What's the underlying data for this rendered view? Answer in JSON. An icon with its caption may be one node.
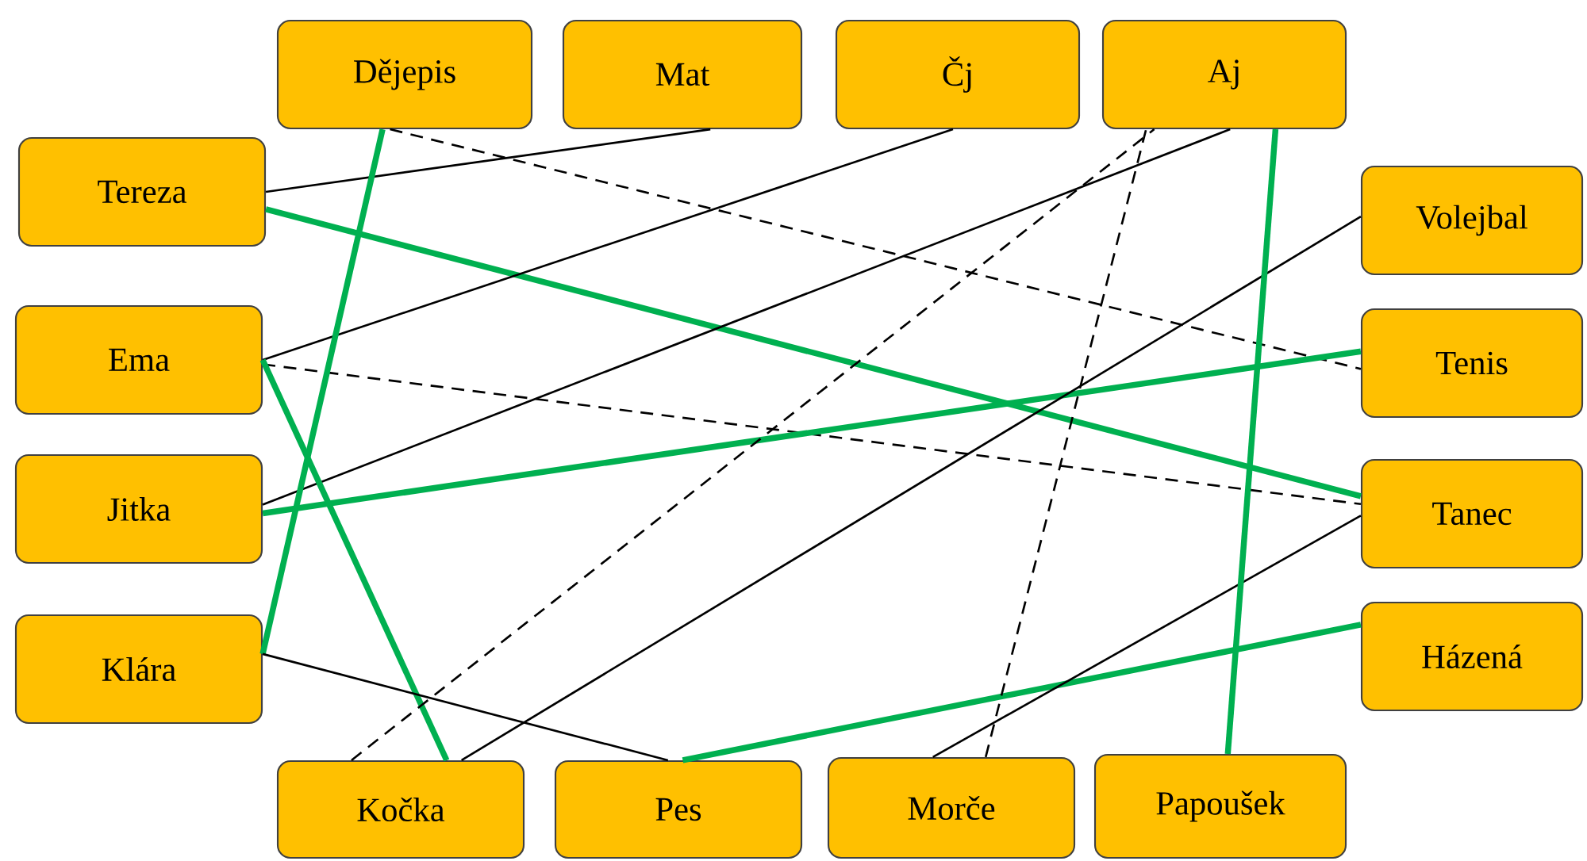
{
  "diagram": {
    "nodes": [
      {
        "text": [
          "Dějepis"
        ]
      },
      {
        "text": [
          "Mat"
        ]
      },
      {
        "text": [
          "Čj"
        ]
      },
      {
        "text": [
          "Aj"
        ]
      },
      {
        "text": [
          "Tereza"
        ]
      },
      {
        "text": [
          "Volejbal"
        ]
      },
      {
        "text": [
          "Ema"
        ]
      },
      {
        "text": [
          "Tenis"
        ]
      },
      {
        "text": [
          "Jitka"
        ]
      },
      {
        "text": [
          "Tanec"
        ]
      },
      {
        "text": [
          "Klára"
        ]
      },
      {
        "text": [
          "Házená"
        ]
      },
      {
        "text": [
          "Kočka"
        ]
      },
      {
        "text": [
          "Pes"
        ]
      },
      {
        "text": [
          "Morče"
        ]
      },
      {
        "text": [
          "Papoušek"
        ]
      }
    ],
    "edges": [
      {
        "from": 4,
        "to": 1,
        "arrow": "none"
      },
      {
        "from": 0,
        "to": 7,
        "arrow": "none",
        "style": "dashed"
      },
      {
        "from": 4,
        "to": 9,
        "arrow": "none",
        "style": "thick",
        "color": "#00b050"
      },
      {
        "from": 6,
        "to": 2,
        "arrow": "none"
      },
      {
        "from": 8,
        "to": 3,
        "arrow": "none"
      },
      {
        "from": 6,
        "to": 9,
        "arrow": "none",
        "style": "dashed"
      },
      {
        "from": 6,
        "to": 12,
        "arrow": "none",
        "style": "thick",
        "color": "#00b050"
      },
      {
        "from": 10,
        "to": 0,
        "arrow": "none",
        "style": "thick",
        "color": "#00b050"
      },
      {
        "from": 8,
        "to": 7,
        "arrow": "none",
        "style": "thick",
        "color": "#00b050"
      },
      {
        "from": 10,
        "to": 13,
        "arrow": "none"
      },
      {
        "from": 13,
        "to": 11,
        "arrow": "none",
        "style": "thick",
        "color": "#00b050"
      },
      {
        "from": 12,
        "to": 5,
        "arrow": "none"
      },
      {
        "from": 12,
        "to": 3,
        "arrow": "none",
        "style": "dashed"
      },
      {
        "from": 14,
        "to": 3,
        "arrow": "none",
        "style": "dashed"
      },
      {
        "from": 14,
        "to": 9,
        "arrow": "none"
      },
      {
        "from": 15,
        "to": 3,
        "arrow": "none",
        "style": "thick",
        "color": "#00b050"
      }
    ]
  }
}
